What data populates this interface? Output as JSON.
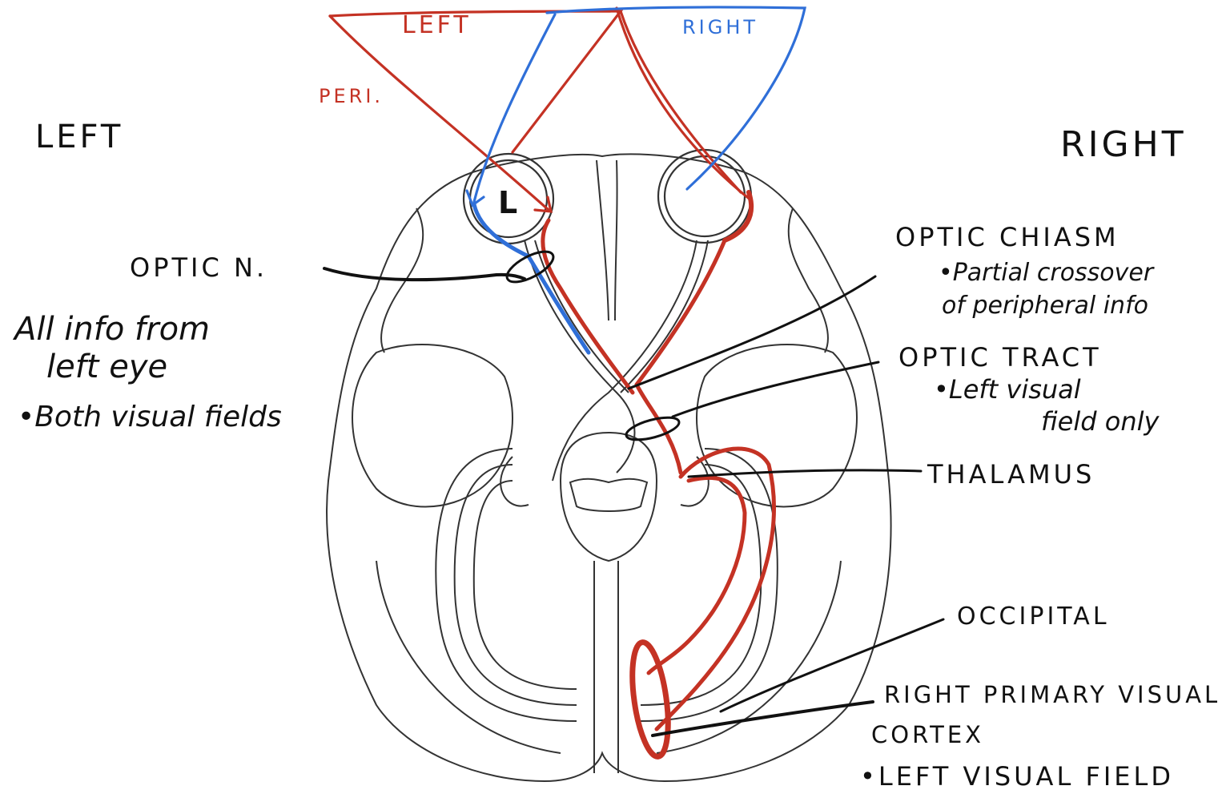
{
  "field_labels": {
    "left": "LEFT",
    "right": "RIGHT",
    "periphery": "PERI."
  },
  "side_labels": {
    "left": "LEFT",
    "right": "RIGHT"
  },
  "eye_letter": "L",
  "optic_nerve": {
    "title": "OPTIC N.",
    "notes": [
      "All info from",
      "left eye"
    ],
    "bullet": "Both visual fields"
  },
  "optic_chiasm": {
    "title": "OPTIC CHIASM",
    "bullet_lines": [
      "Partial crossover",
      "of peripheral info"
    ]
  },
  "optic_tract": {
    "title": "OPTIC TRACT",
    "bullet_lines": [
      "Left visual",
      "field only"
    ]
  },
  "thalamus": "THALAMUS",
  "occipital": "OCCIPITAL",
  "primary_visual_cortex": {
    "title_lines": [
      "RIGHT PRIMARY VISUAL",
      "CORTEX"
    ],
    "bullet": "LEFT VISUAL FIELD"
  },
  "colors": {
    "left_field": "#c43224",
    "right_field": "#2f6fd8",
    "ink": "#111111",
    "outline": "#333333"
  }
}
